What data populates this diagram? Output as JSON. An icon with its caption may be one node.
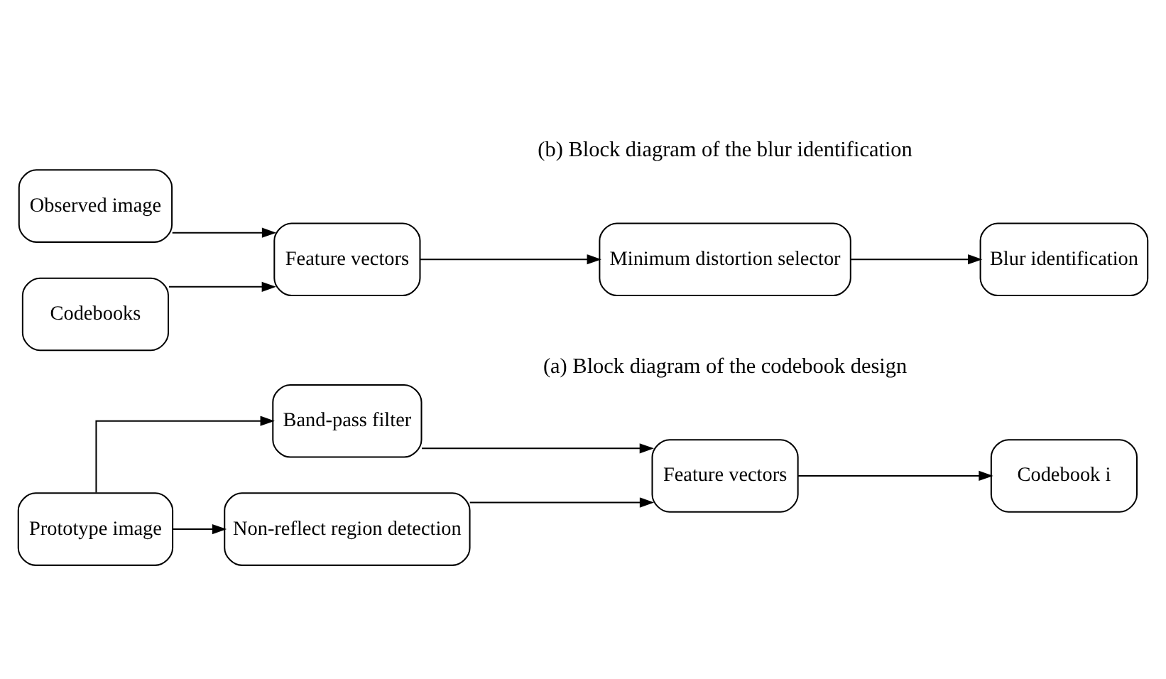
{
  "diagram": {
    "nodes": [
      {
        "text": [
          "Prototype image"
        ]
      },
      {
        "text": [
          "Band-pass filter"
        ]
      },
      {
        "text": [
          "Non-reflect region detection"
        ]
      },
      {
        "text": [
          "Feature vectors"
        ]
      },
      {
        "text": [
          "Codebook i"
        ]
      },
      {
        "text": [
          "Observed image"
        ]
      },
      {
        "text": [
          "Feature vectors"
        ]
      },
      {
        "text": [
          "Minimum distortion selector"
        ]
      },
      {
        "text": [
          "Blur identification"
        ]
      },
      {
        "text": [
          "Codebooks"
        ]
      }
    ],
    "edges": [
      {
        "from": 0,
        "to": 1,
        "arrow": "to"
      },
      {
        "from": 0,
        "to": 2,
        "arrow": "to"
      },
      {
        "from": 1,
        "to": 3,
        "arrow": "to"
      },
      {
        "from": 2,
        "to": 3,
        "arrow": "to"
      },
      {
        "from": 3,
        "to": 4,
        "arrow": "to"
      },
      {
        "from": 5,
        "to": 6,
        "arrow": "to"
      },
      {
        "from": 9,
        "to": 6,
        "arrow": "to"
      },
      {
        "from": 6,
        "to": 7,
        "arrow": "to"
      },
      {
        "from": 7,
        "to": 8,
        "arrow": "to"
      }
    ],
    "labels": [
      "(a) Block diagram of the codebook design",
      "(b) Block diagram of the blur identification"
    ]
  }
}
